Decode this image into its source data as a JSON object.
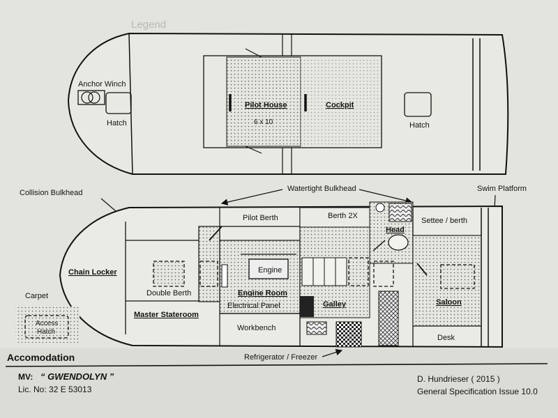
{
  "section_title": "Accomodation",
  "vessel": {
    "mv_prefix": "MV:",
    "name": "“ GWENDOLYN ”",
    "licence": "Lic. No: 32 E 53013"
  },
  "author": {
    "line1": "D. Hundrieser ( 2015 )",
    "line2": "General Specification Issue 10.0"
  },
  "legend_ghost": "Legend",
  "deck_plan": {
    "anchor_winch": "Anchor Winch",
    "hatch_fwd": "Hatch",
    "pilot_house": "Pilot House",
    "pilot_house_size": "6 x 10",
    "cockpit": "Cockpit",
    "hatch_aft": "Hatch"
  },
  "callouts": {
    "collision_bulkhead": "Collision Bulkhead",
    "watertight_bulkhead": "Watertight Bulkhead",
    "swim_platform": "Swim Platform",
    "refrigerator_freezer": "Refrigerator / Freezer"
  },
  "accommodation_plan": {
    "chain_locker": "Chain Locker",
    "double_berth": "Double Berth",
    "master_stateroom": "Master Stateroom",
    "pilot_berth": "Pilot Berth",
    "engine": "Engine",
    "engine_room": "Engine Room",
    "electrical_panel": "Electrical Panel",
    "workbench": "Workbench",
    "berth_2x": "Berth 2X",
    "head": "Head",
    "galley": "Galley",
    "settee_berth": "Settee / berth",
    "saloon": "Saloon",
    "desk": "Desk"
  },
  "carpet_key": {
    "label": "Carpet",
    "access_hatch_line1": "Access",
    "access_hatch_line2": "Hatch"
  }
}
